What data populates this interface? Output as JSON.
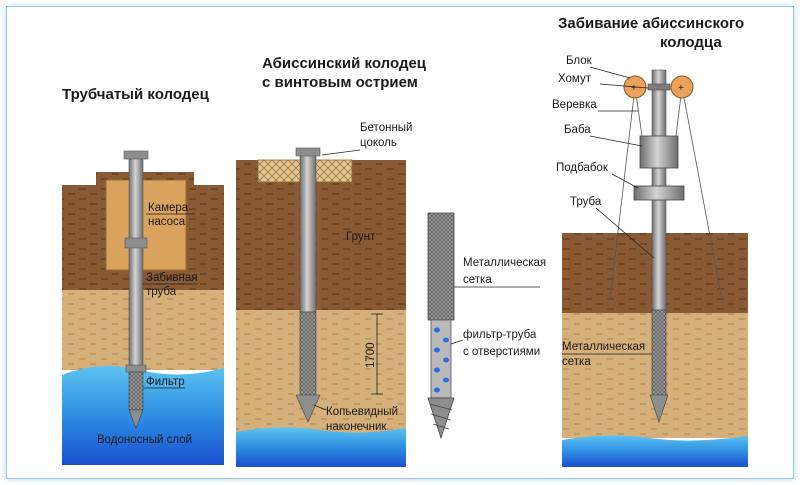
{
  "titles": {
    "tube_well": "Трубчатый колодец",
    "screw_well_line1": "Абиссинский колодец",
    "screw_well_line2": "с винтовым острием",
    "driving_line1": "Забивание абиссинского",
    "driving_line2": "колодца"
  },
  "labels": {
    "chamber_1": "Камера",
    "chamber_2": "насоса",
    "driven_pipe_1": "Забивная",
    "driven_pipe_2": "труба",
    "filter": "Фильтр",
    "aquifer": "Водоносный слой",
    "concrete_1": "Бетонный",
    "concrete_2": "цоколь",
    "soil": "Грунт",
    "depth": "1700",
    "tip_1": "Копьевидный",
    "tip_2": "наконечник",
    "mesh_1": "Металлическая",
    "mesh_2": "сетка",
    "filter_pipe_1": "фильтр-труба",
    "filter_pipe_2": "с отверстиями",
    "block": "Блок",
    "clamp": "Хомут",
    "rope": "Веревка",
    "ram": "Баба",
    "anvil": "Подбабок",
    "pipe": "Труба",
    "mesh_right_1": "Металлическая",
    "mesh_right_2": "сетка"
  },
  "colors": {
    "soil": "#8a5a34",
    "soil_dark": "#5e3b1e",
    "sand": "#d6b07a",
    "water_top": "#3fa9e6",
    "water_deep": "#1c5fd6",
    "pipe": "#9a9a9a",
    "pipe_dark": "#6b6b6b",
    "chamber": "#d9a35e"
  }
}
